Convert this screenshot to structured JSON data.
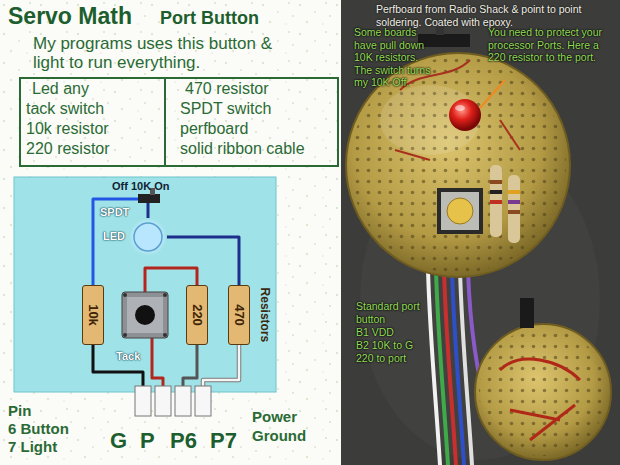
{
  "diagram": {
    "title": "Servo Math",
    "nodes": [
      {
        "text": [
          "10k"
        ]
      },
      {
        "text": [
          "220"
        ]
      },
      {
        "text": [
          "470"
        ]
      }
    ],
    "labels": [
      "Port Button",
      "My programs uses this button & light to run everything.",
      "Led any",
      "tack switch",
      "10k resistor",
      "220 resistor",
      "470 resistor",
      "SPDT switch",
      "perfboard",
      "solid ribbon cable",
      "Off 10K On",
      "SPDT",
      "LED",
      "Tack",
      "Resistors",
      "Pin",
      "6 Button",
      "7 Light",
      "G",
      "P",
      "P6",
      "P7",
      "Power",
      "Ground",
      "Perfboard from Radio Shack & point to point soldering. Coated with epoxy.",
      "Some boards have pull down 10K resistors. The switch turns my 10K Off.",
      "You need to protect your processor Ports. Here a 220 resistor to the port.",
      "Standard port button",
      "B1 VDD",
      "B2 10K to G",
      "220 to port"
    ]
  }
}
